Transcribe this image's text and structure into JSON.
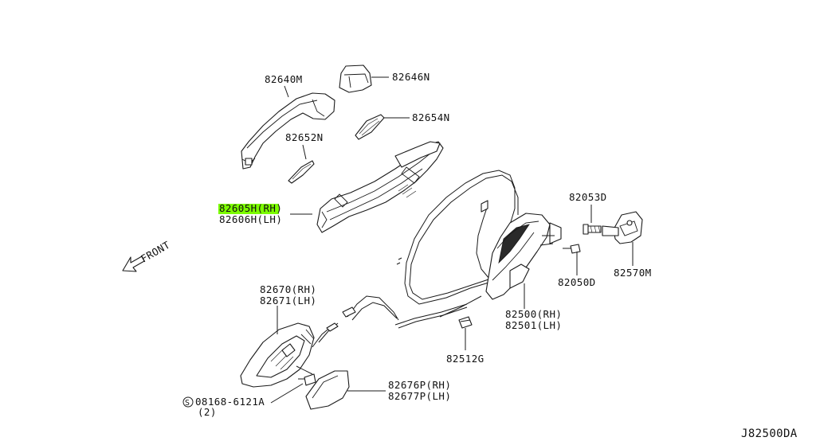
{
  "labels": {
    "p82640M": "82640M",
    "p82646N": "82646N",
    "p82654N": "82654N",
    "p82652N": "82652N",
    "p82605H": "82605H(RH)",
    "p82606H": "82606H(LH)",
    "p82053D": "82053D",
    "p82570M": "82570M",
    "p82050D": "82050D",
    "p82670": "82670(RH)",
    "p82671": "82671(LH)",
    "p82500": "82500(RH)",
    "p82501": "82501(LH)",
    "p82512G": "82512G",
    "p82676P": "82676P(RH)",
    "p82677P": "82677P(LH)",
    "p08168": "08168-6121A",
    "qty": "(2)",
    "s_mark": "S",
    "front": "FRONT",
    "diagram_id": "J82500DA"
  },
  "colors": {
    "highlight": "#7CFC00",
    "line": "#1a1a1a"
  }
}
